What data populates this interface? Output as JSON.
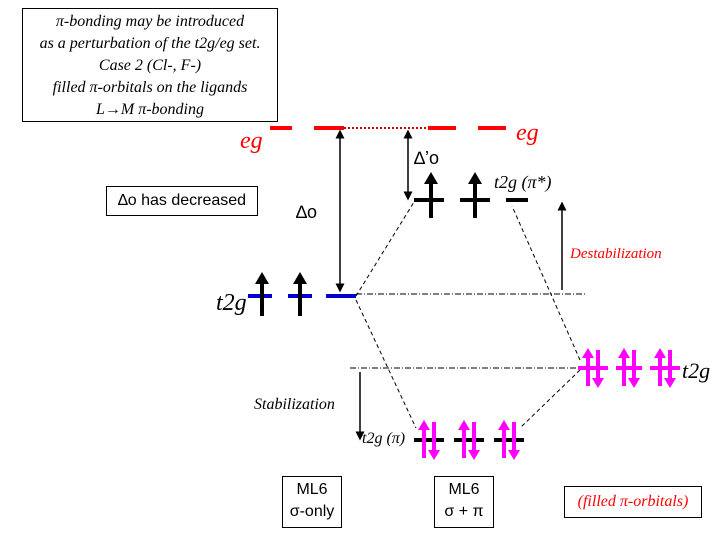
{
  "title_box": {
    "lines": [
      "π-bonding may be introduced",
      "as a perturbation of the t2g/eg set.",
      "Case 2 (Cl-, F-)",
      "filled π-orbitals on the ligands",
      "L→M π-bonding"
    ]
  },
  "labels": {
    "eg_left": "eg",
    "eg_right": "eg",
    "delta_prime_o": "∆’o",
    "delta_o": "∆o",
    "delta_decreased": "∆o has decreased",
    "t2g_pi_star": "t2g (π*)",
    "destabilization": "Destabilization",
    "t2g_left": "t2g",
    "t2g_right": "t2g",
    "stabilization": "Stabilization",
    "t2g_pi": "t2g (π)",
    "ml6_sigma_only_line1": "ML6",
    "ml6_sigma_only_line2": "σ-only",
    "ml6_sigma_pi_line1": "ML6",
    "ml6_sigma_pi_line2": "σ + π",
    "filled_pi_orbitals": "(filled π-orbitals)"
  },
  "colors": {
    "eg_levels": "#ff0000",
    "t2g_sigma_levels": "#0000cc",
    "ligand_pi": "#ff00ff",
    "pi_levels": "#000000"
  }
}
